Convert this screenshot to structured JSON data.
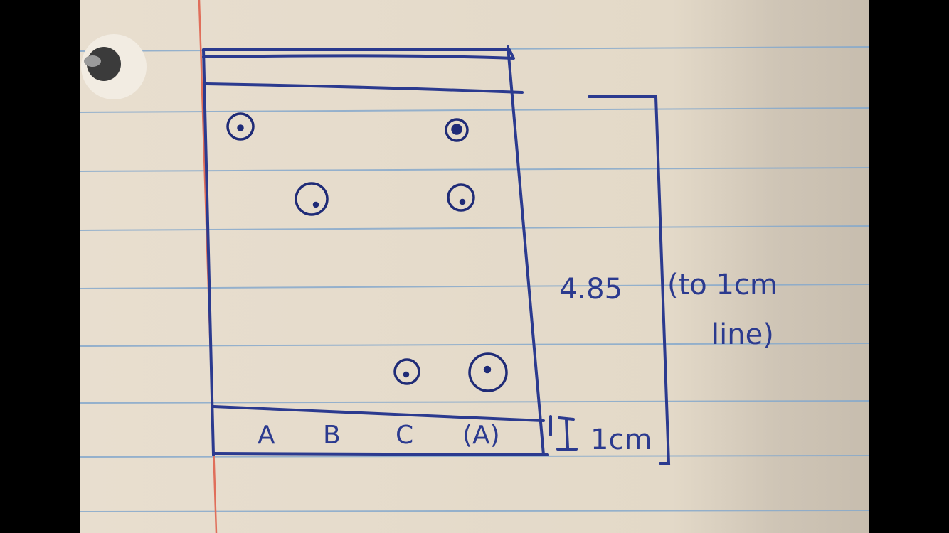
{
  "sketch": {
    "lane_labels": [
      "A",
      "B",
      "C",
      "(A)"
    ],
    "distance_label": "4.85",
    "distance_note_line1": "(to 1cm",
    "distance_note_line2": "line)",
    "baseline_label": "1cm"
  },
  "colors": {
    "paper": "#e6dccb",
    "rule_line": "#7fa3c9",
    "margin_line": "#e0705c",
    "ink": "#2b3a8f",
    "shadow": "#c9bfb0"
  }
}
